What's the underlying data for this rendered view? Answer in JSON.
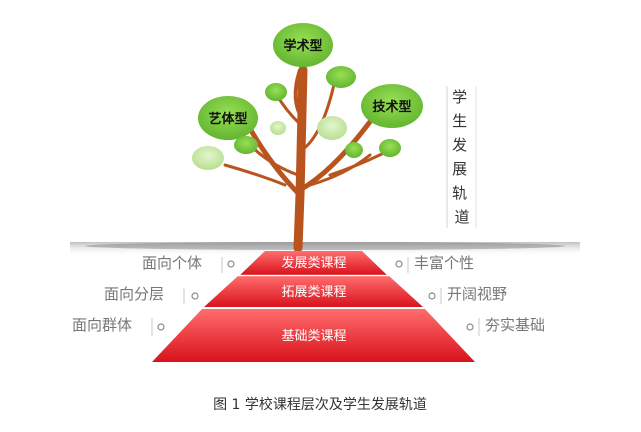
{
  "tree": {
    "labels": {
      "top": "学术型",
      "left": "艺体型",
      "right": "技术型"
    }
  },
  "vertical_note": "学生发展轨道",
  "pyramid": {
    "tiers": [
      {
        "label": "发展类课程"
      },
      {
        "label": "拓展类课程"
      },
      {
        "label": "基础类课程"
      }
    ]
  },
  "left_side": [
    "面向个体",
    "面向分层",
    "面向群体"
  ],
  "right_side": [
    "丰富个性",
    "开阔视野",
    "夯实基础"
  ],
  "caption": "图 1 学校课程层次及学生发展轨道",
  "colors": {
    "tier_top": "#ff5b5b",
    "tier_bottom": "#d80c18",
    "leaf_green": "#7dc93f",
    "leaf_light": "#c9e9a8",
    "trunk": "#b8531f",
    "side_text": "#777777"
  }
}
